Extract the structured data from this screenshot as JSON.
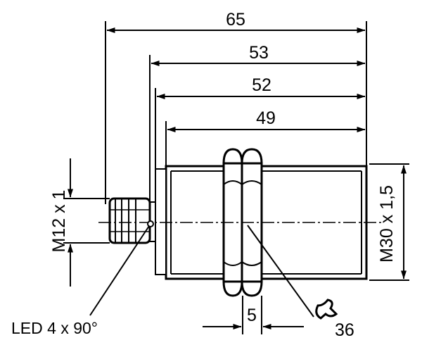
{
  "dimensions": {
    "overall_length": "65",
    "length_53": "53",
    "length_52": "52",
    "length_49": "49",
    "nut_width": "5",
    "connector_thread": "M12 x 1",
    "housing_thread": "M30 x 1,5",
    "wrench_size": "36"
  },
  "callouts": {
    "led": "LED 4 x 90°"
  },
  "icons": {
    "wrench": "wrench-icon"
  }
}
